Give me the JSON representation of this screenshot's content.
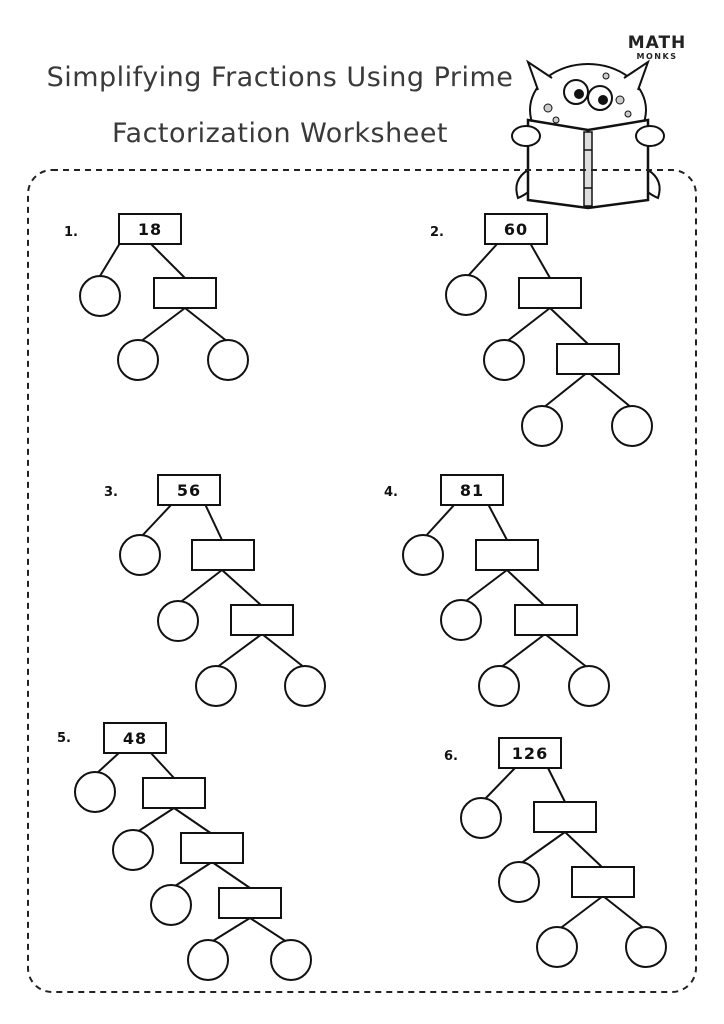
{
  "title": {
    "line1": "Simplifying Fractions Using Prime",
    "line2": "Factorization Worksheet"
  },
  "brand": {
    "name": "MATH",
    "sub": "MONKS"
  },
  "mascot": {
    "icon": "monster-reading-book-icon"
  },
  "problems": [
    {
      "label": "1.",
      "number": "18"
    },
    {
      "label": "2.",
      "number": "60"
    },
    {
      "label": "3.",
      "number": "56"
    },
    {
      "label": "4.",
      "number": "81"
    },
    {
      "label": "5.",
      "number": "48"
    },
    {
      "label": "6.",
      "number": "126"
    }
  ]
}
